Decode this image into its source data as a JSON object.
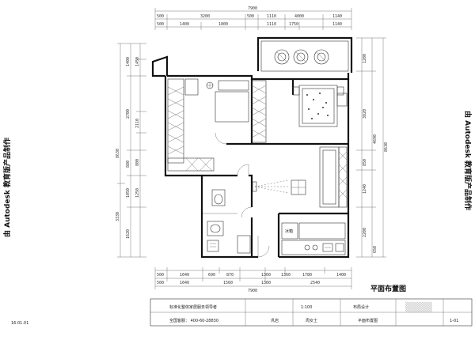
{
  "top_dims": {
    "overall": "7900",
    "row1": [
      "500",
      "3200",
      "500",
      "1110",
      "4000",
      "1140"
    ],
    "row2": [
      "500",
      "1400",
      "1800",
      "1110",
      "1750",
      "1140"
    ]
  },
  "bottom_dims": {
    "overall": "7900",
    "row1": [
      "500",
      "1640",
      "690",
      "870",
      "1360",
      "1360",
      "1780",
      "1400"
    ],
    "row2": [
      "500",
      "1640",
      "1560",
      "1360",
      "2540"
    ]
  },
  "left_dims": {
    "overall": [
      "8630",
      "3330"
    ],
    "col1": [
      "1400",
      "2700",
      "880",
      "1050",
      "1620"
    ],
    "col2": [
      "1450",
      "2110",
      "800",
      "1250"
    ]
  },
  "right_dims": {
    "overall": "8630",
    "col1": [
      "1200",
      "3820",
      "850",
      "1240",
      "2200"
    ],
    "col2": [
      "4690",
      "650"
    ]
  },
  "watermarks": {
    "side": "由 Autodesk 教育版产品制作",
    "bottom_right": "平面布置图"
  },
  "room_labels": {
    "kitchen_appliance": "冰箱"
  },
  "title_block": {
    "company": "标准化整体家居服务领导者",
    "hotline": "全国客服： 400-60-28830",
    "scale_label": "1:100",
    "design_label": "巩岩",
    "client_label": "周女士",
    "project_label": "布局设计",
    "drawing_label": "平面布置图",
    "page_label": "1-01",
    "date_text": "16.01.01"
  }
}
